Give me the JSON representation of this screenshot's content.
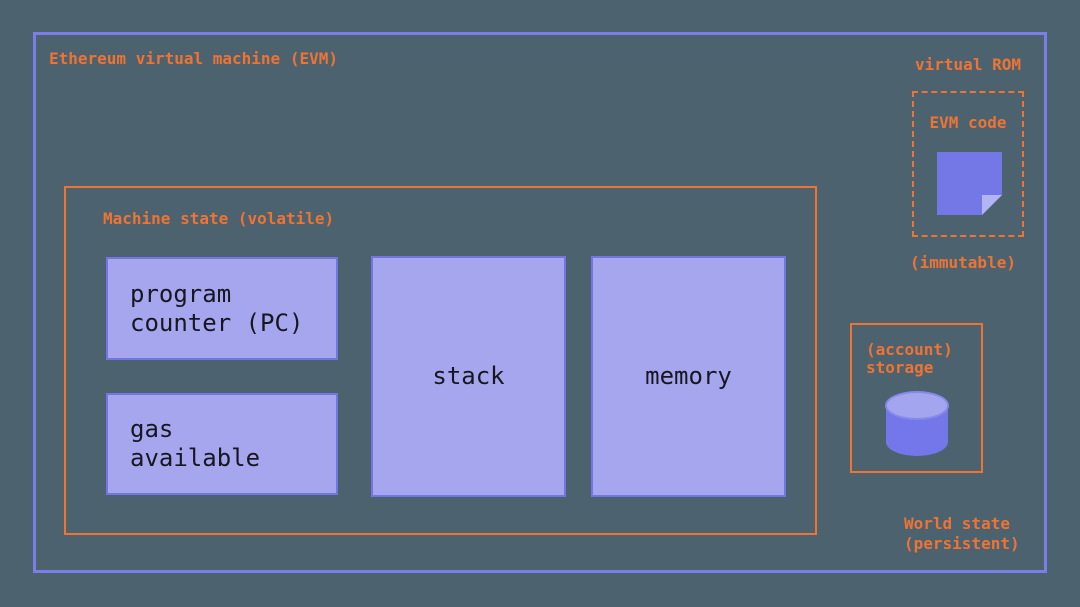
{
  "diagram": {
    "evm": {
      "title": "Ethereum virtual machine (EVM)"
    },
    "machine_state": {
      "title": "Machine state (volatile)",
      "program_counter_label": "program\ncounter (PC)",
      "gas_available_label": "gas\navailable",
      "stack_label": "stack",
      "memory_label": "memory"
    },
    "virtual_rom": {
      "title": "virtual ROM",
      "evm_code_label": "EVM code",
      "icon": "sticky-note-icon",
      "caption": "(immutable)"
    },
    "world_state": {
      "storage_label": "(account)\nstorage",
      "icon": "database-cylinder-icon",
      "caption": "World state\n(persistent)"
    },
    "colors": {
      "background": "#4c636f",
      "evm_border_purple": "#7b7de8",
      "accent_orange": "#ee7334",
      "inner_box_fill": "#a5a6ee",
      "inner_box_border": "#7376e2",
      "inner_box_text": "#17171f",
      "icon_purple": "#7477e6",
      "icon_fold_light": "#b2b5f3",
      "cylinder_top_fill": "#a3a5ef"
    }
  }
}
